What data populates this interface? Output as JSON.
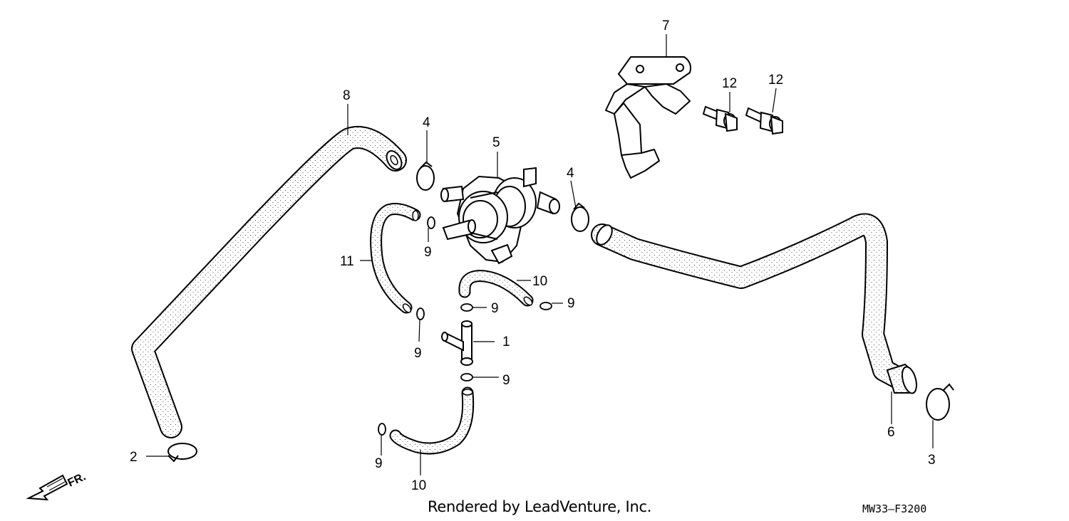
{
  "parts": [
    {
      "key": "p1",
      "number": "1"
    },
    {
      "key": "p2",
      "number": "2"
    },
    {
      "key": "p3",
      "number": "3"
    },
    {
      "key": "p4a",
      "number": "4"
    },
    {
      "key": "p4b",
      "number": "4"
    },
    {
      "key": "p5",
      "number": "5"
    },
    {
      "key": "p6",
      "number": "6"
    },
    {
      "key": "p7",
      "number": "7"
    },
    {
      "key": "p8",
      "number": "8"
    },
    {
      "key": "p9a",
      "number": "9"
    },
    {
      "key": "p9b",
      "number": "9"
    },
    {
      "key": "p9c",
      "number": "9"
    },
    {
      "key": "p9d",
      "number": "9"
    },
    {
      "key": "p9e",
      "number": "9"
    },
    {
      "key": "p9f",
      "number": "9"
    },
    {
      "key": "p10a",
      "number": "10"
    },
    {
      "key": "p10b",
      "number": "10"
    },
    {
      "key": "p11",
      "number": "11"
    },
    {
      "key": "p12a",
      "number": "12"
    },
    {
      "key": "p12b",
      "number": "12"
    }
  ],
  "direction_label": "FR.",
  "credit": "Rendered by LeadVenture, Inc.",
  "diagram_code": "MW33–F3200"
}
